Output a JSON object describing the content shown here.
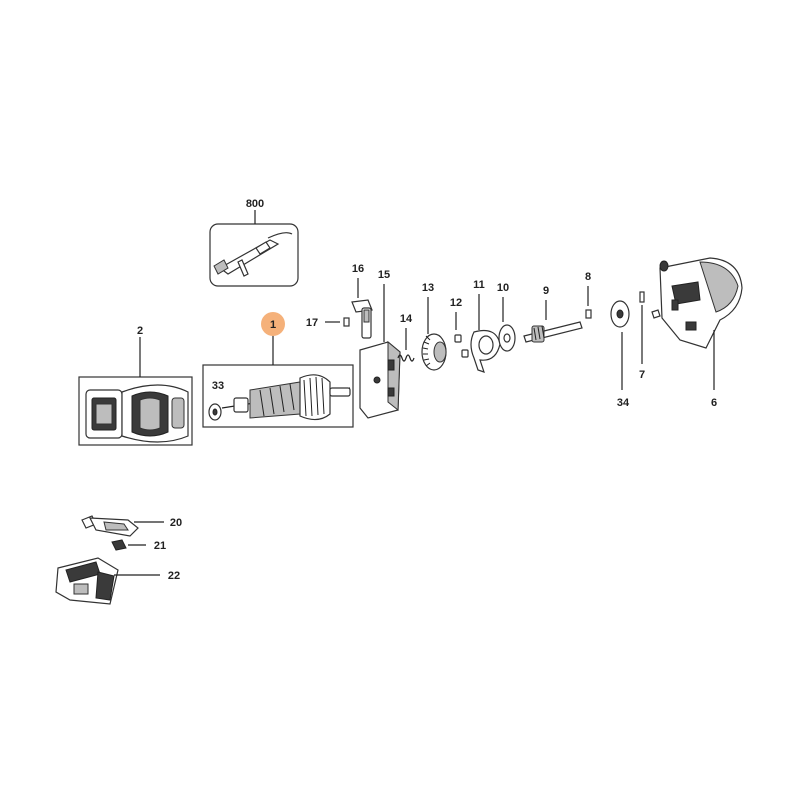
{
  "labels": {
    "p800": "800",
    "p16": "16",
    "p15": "15",
    "p13": "13",
    "p11": "11",
    "p10": "10",
    "p12": "12",
    "p9": "9",
    "p8": "8",
    "p17": "17",
    "p14": "14",
    "p1": "1",
    "p2": "2",
    "p33": "33",
    "p7": "7",
    "p34": "34",
    "p6": "6",
    "p20": "20",
    "p21": "21",
    "p22": "22"
  },
  "colors": {
    "highlight": "#f5b17a",
    "line": "#333333",
    "text": "#222222"
  },
  "highlighted_part": "1"
}
